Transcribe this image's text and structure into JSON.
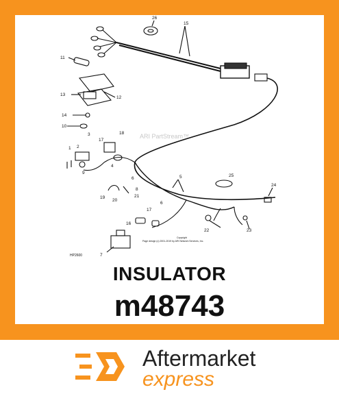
{
  "diagram": {
    "callouts": [
      "26",
      "15",
      "11",
      "13",
      "12",
      "14",
      "10",
      "3",
      "18",
      "17",
      "1",
      "2",
      "9",
      "4",
      "6",
      "8",
      "5",
      "25",
      "24",
      "19",
      "20",
      "21",
      "6",
      "17",
      "16",
      "22",
      "23",
      "7"
    ],
    "watermark": "ARI PartStream™",
    "copyright_line1": "Copyright",
    "copyright_line2": "Page design (c) 2001-2019 by ARI Network Services, Inc.",
    "figure_code": "HP2600"
  },
  "product": {
    "name": "INSULATOR",
    "part_number": "m48743"
  },
  "brand": {
    "name": "Aftermarket",
    "tagline": "express",
    "accent_color": "#f7931e",
    "logo_icon": "speed-hexagon-icon"
  }
}
